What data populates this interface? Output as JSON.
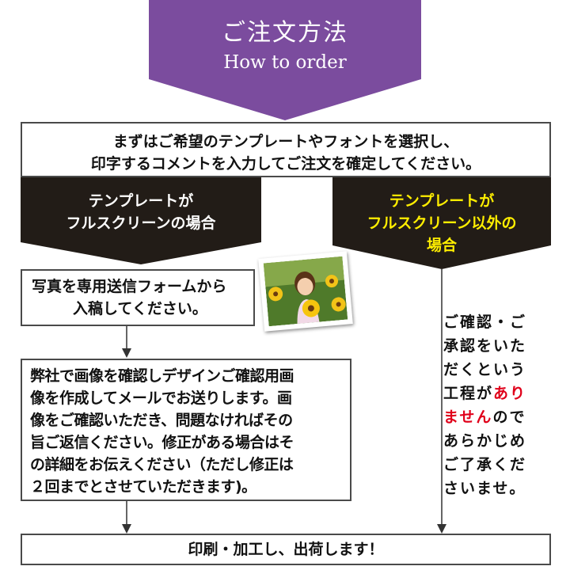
{
  "header": {
    "title": "ご注文方法",
    "subtitle": "How to order",
    "colors": {
      "banner": "#7b4c9e",
      "banner_dark": "#2a1f1a",
      "accent_yellow": "#ffee00",
      "emphasis_red": "#e0001a"
    }
  },
  "intro": {
    "line1": "まずはご希望のテンプレートやフォントを選択し、",
    "line2": "印字するコメントを入力してご注文を確定してください。"
  },
  "branches": {
    "left": {
      "line1": "テンプレートが",
      "line2": "フルスクリーンの場合"
    },
    "right": {
      "line1": "テンプレートが",
      "line2": "フルスクリーン以外の",
      "line3": "場合"
    }
  },
  "steps": {
    "upload": {
      "line1": "写真を専用送信フォームから",
      "line2": "入稿してください。"
    },
    "confirm": {
      "line1": "弊社で画像を確認しデザインご確認用画",
      "line2": "像を作成してメールでお送りします。画",
      "line3": "像をご確認いただき、問題なければその",
      "line4": "旨ご返信ください。修正がある場合はそ",
      "line5": "の詳細をお伝えください（ただし修正は",
      "line6": "２回までとさせていただきます)。"
    },
    "final": "印刷・加工し、出荷します！"
  },
  "note": {
    "line1": "ご確認・ご",
    "line2": "承認をいた",
    "line3": "だくという",
    "line4a": "工程が",
    "line4b": "あり",
    "line5a": "ません",
    "line5b": "ので",
    "line6": "あらかじめ",
    "line7": "ご了承くだ",
    "line8": "さいませ。"
  }
}
